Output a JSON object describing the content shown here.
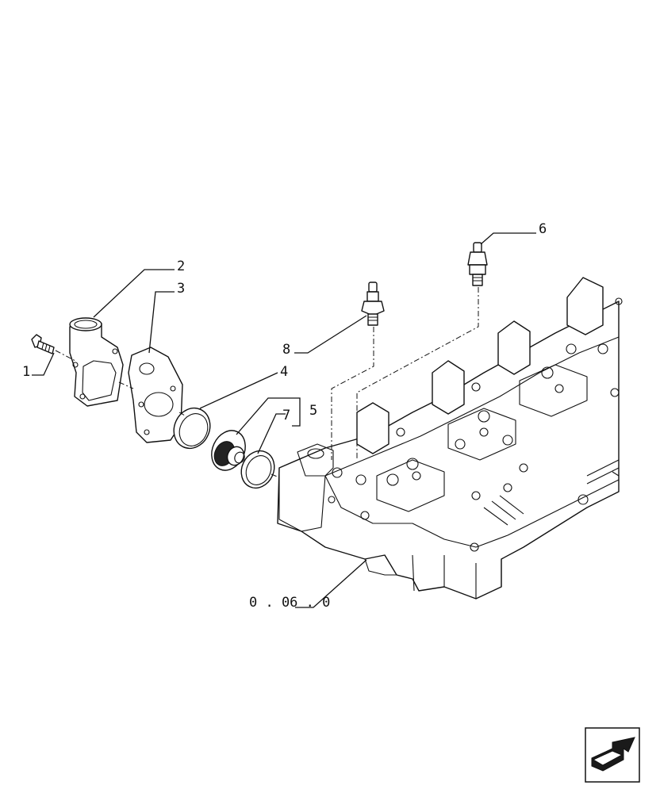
{
  "diagram": {
    "callouts": [
      {
        "id": "1",
        "label": "1"
      },
      {
        "id": "2",
        "label": "2"
      },
      {
        "id": "3",
        "label": "3"
      },
      {
        "id": "4",
        "label": "4"
      },
      {
        "id": "5",
        "label": "5"
      },
      {
        "id": "6",
        "label": "6"
      },
      {
        "id": "7",
        "label": "7"
      },
      {
        "id": "8",
        "label": "8"
      }
    ],
    "reference_code": "0 . 06 . 0",
    "nav_icon": "arrow-back-corner-icon"
  }
}
